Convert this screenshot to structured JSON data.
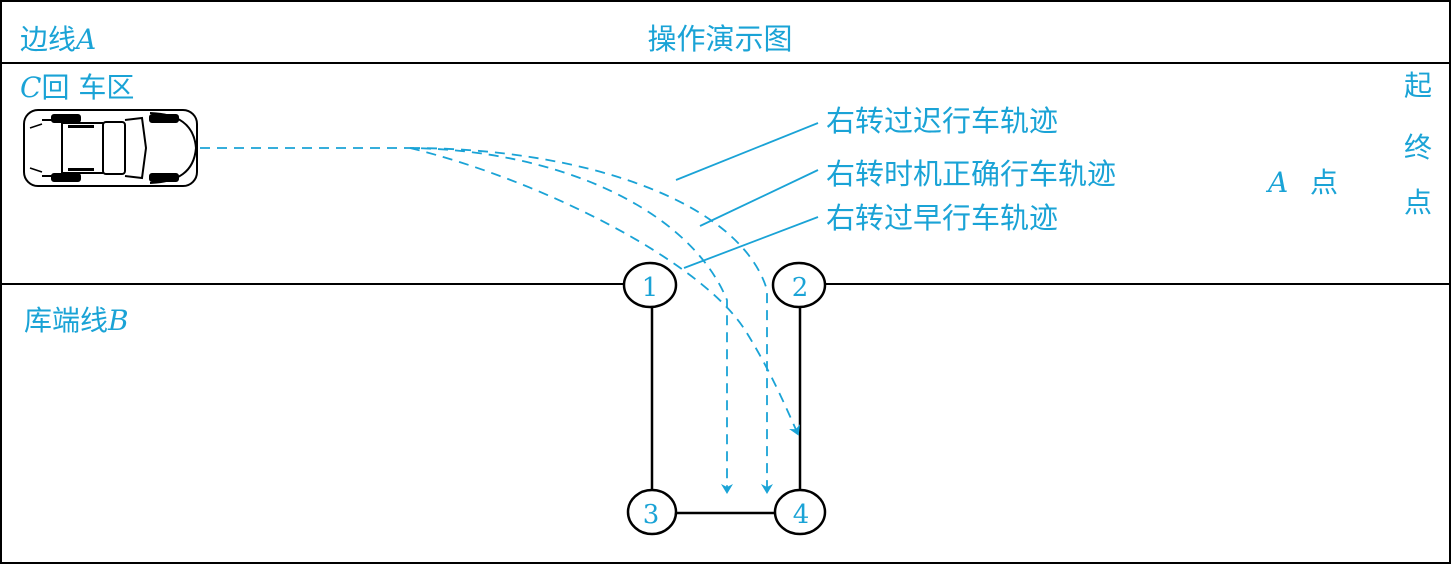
{
  "colors": {
    "accent": "#1aa3d6",
    "line": "#000000",
    "background": "#ffffff"
  },
  "diagram": {
    "title": "操作演示图",
    "edge_label": {
      "text": "边线",
      "letter": "A"
    },
    "turnaround_label": {
      "letter": "C",
      "text": "回 车区"
    },
    "garage_line_label": {
      "text": "库端线",
      "letter": "B"
    },
    "point_a_label": {
      "letter": "A",
      "text": "点"
    },
    "start_end_label": [
      "起",
      "终",
      "点"
    ],
    "trajectory_labels": {
      "late": "右转过迟行车轨迹",
      "correct": "右转时机正确行车轨迹",
      "early": "右转过早行车轨迹"
    },
    "poles": [
      "1",
      "2",
      "3",
      "4"
    ],
    "vehicle_icon": "car-top-view-icon"
  }
}
